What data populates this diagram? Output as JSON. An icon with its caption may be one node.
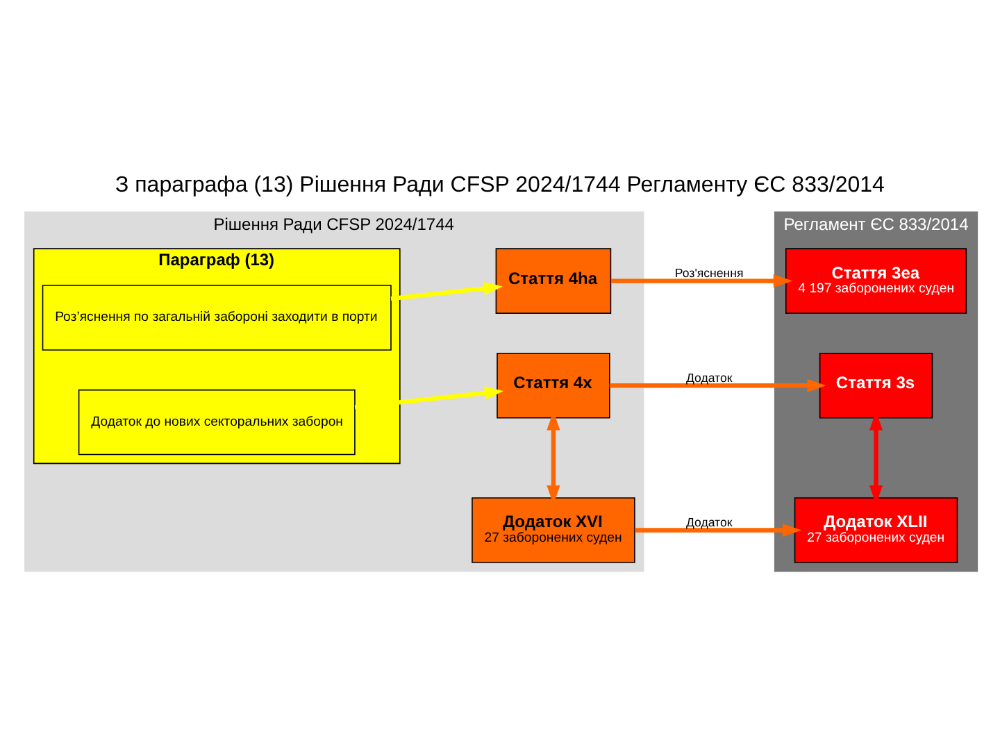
{
  "diagram": {
    "title": "З параграфа (13) Рішення Ради CFSP 2024/1744 Регламенту ЄС 833/2014",
    "nodes": [
      {
        "text": [
          "Рішення Ради CFSP 2024/1744"
        ]
      },
      {
        "text": [
          "Параграф (13)"
        ],
        "in": 0
      },
      {
        "text": [
          "Роз’яснення по загальній забороні заходити в порти"
        ],
        "in": 1
      },
      {
        "text": [
          "Додаток до нових секторальних заборон"
        ],
        "in": 1
      },
      {
        "text": [
          "Стаття 4ha"
        ],
        "in": 0
      },
      {
        "text": [
          "Стаття 4x"
        ],
        "in": 0
      },
      {
        "text": [
          "Додаток XVI",
          "27 заборонених суден"
        ],
        "in": 0
      },
      {
        "text": [
          "Регламент ЄС 833/2014"
        ]
      },
      {
        "text": [
          "Стаття 3ea",
          "4 197 заборонених суден"
        ],
        "in": 7
      },
      {
        "text": [
          "Стаття 3s"
        ],
        "in": 7
      },
      {
        "text": [
          "Додаток XLII",
          "27 заборонених суден"
        ],
        "in": 7
      }
    ],
    "edges": [
      {
        "from": 2,
        "to": 4,
        "arrow": "to",
        "color": "#ffff00"
      },
      {
        "from": 3,
        "to": 5,
        "arrow": "to",
        "color": "#ffff00"
      },
      {
        "from": 4,
        "to": 8,
        "arrow": "to",
        "label": "Роз'яснення"
      },
      {
        "from": 5,
        "to": 9,
        "arrow": "to",
        "label": "Додаток"
      },
      {
        "from": 6,
        "to": 10,
        "arrow": "to",
        "label": "Додаток"
      },
      {
        "from": 5,
        "to": 6,
        "arrow": "both"
      },
      {
        "from": 9,
        "to": 10,
        "arrow": "both",
        "color": "#ff0000"
      }
    ]
  }
}
